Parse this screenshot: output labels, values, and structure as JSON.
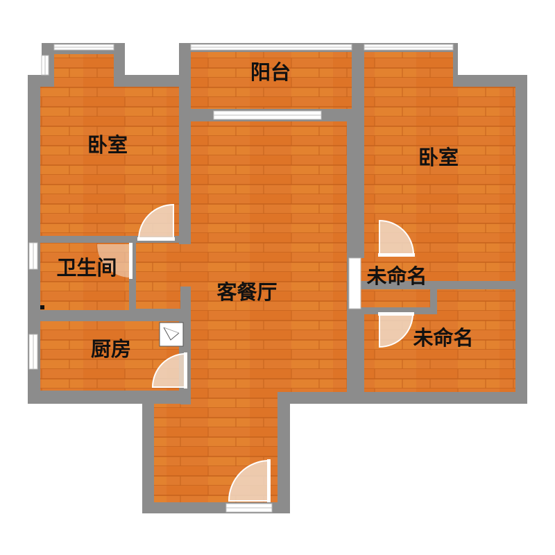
{
  "rooms": {
    "balcony": "阳台",
    "bedroom_left": "卧室",
    "bedroom_right": "卧室",
    "bathroom": "卫生间",
    "kitchen": "厨房",
    "living_dining": "客餐厅",
    "unnamed_upper": "未命名",
    "unnamed_lower": "未命名"
  },
  "colors": {
    "wall": "#8c8c8c",
    "floor": "#e07a2e",
    "floor_plank_line": "#c5621c",
    "window_frame": "#ffffff",
    "door_leaf": "#f0d9c6"
  },
  "icons": {
    "door": "door-swing-icon",
    "window": "window-icon",
    "shower": "shower-icon"
  }
}
